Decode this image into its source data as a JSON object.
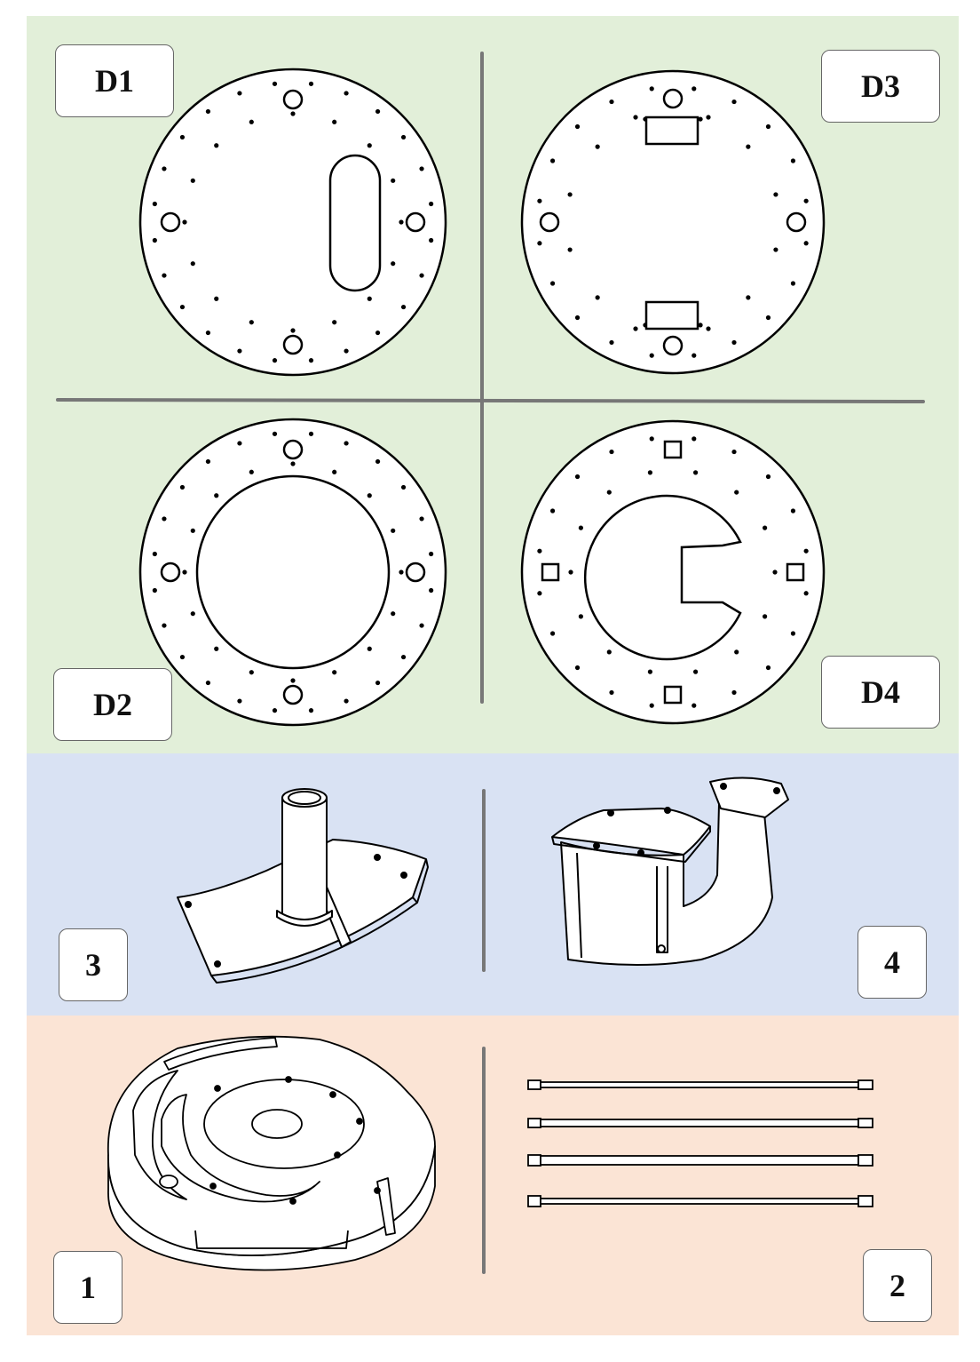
{
  "labels": {
    "d1": "D1",
    "d2": "D2",
    "d3": "D3",
    "d4": "D4",
    "p3": "3",
    "p4": "4",
    "p1": "1",
    "p2": "2"
  },
  "colors": {
    "top_panel": "#e2efd9",
    "middle_panel": "#d9e2f3",
    "bottom_panel": "#fbe4d5",
    "divider": "#777777",
    "line": "#000000"
  }
}
